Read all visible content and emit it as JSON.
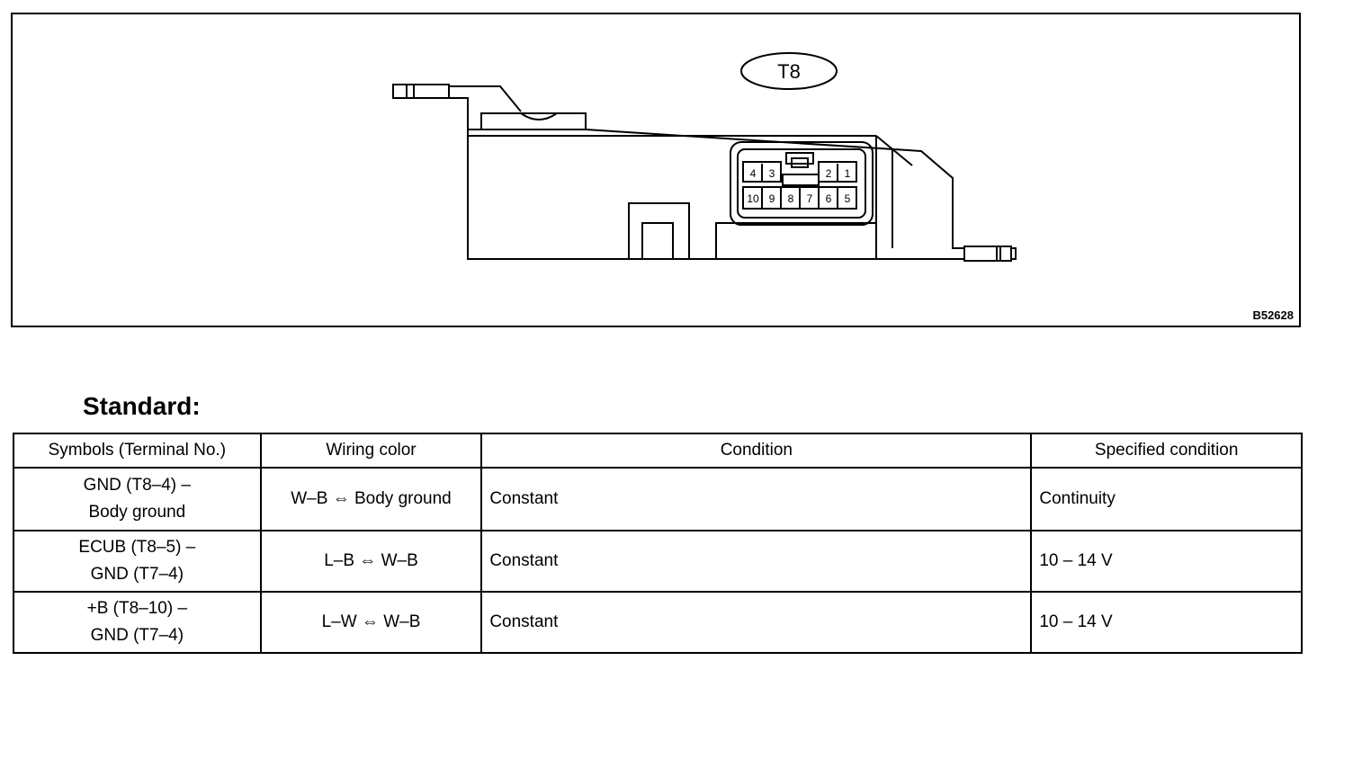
{
  "figure": {
    "connector_label": "T8",
    "figure_code": "B52628",
    "terminals_top": [
      "4",
      "3",
      "2",
      "1"
    ],
    "terminals_bottom": [
      "10",
      "9",
      "8",
      "7",
      "6",
      "5"
    ]
  },
  "heading": "Standard:",
  "table": {
    "headers": [
      "Symbols (Terminal No.)",
      "Wiring color",
      "Condition",
      "Specified condition"
    ],
    "rows": [
      {
        "symbol_line1": "GND (T8–4) –",
        "symbol_line2": "Body ground",
        "wiring": "W–B ⇔ Body ground",
        "condition": "Constant",
        "specified": "Continuity"
      },
      {
        "symbol_line1": "ECUB (T8–5) –",
        "symbol_line2": "GND (T7–4)",
        "wiring": "L–B ⇔ W–B",
        "condition": "Constant",
        "specified": "10 – 14 V"
      },
      {
        "symbol_line1": "+B (T8–10) –",
        "symbol_line2": "GND (T7–4)",
        "wiring": "L–W ⇔ W–B",
        "condition": "Constant",
        "specified": "10 – 14 V"
      }
    ]
  }
}
